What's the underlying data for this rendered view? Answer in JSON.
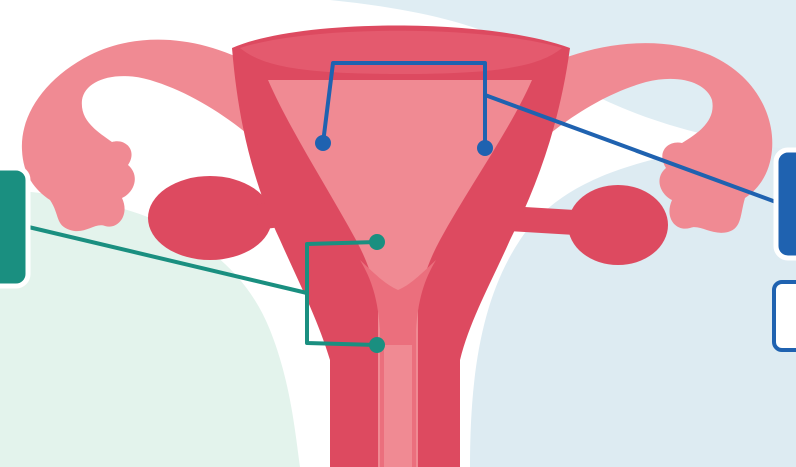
{
  "diagram": {
    "subject": "uterus-anatomy-illustration",
    "colors": {
      "background_left": "#e3f3ec",
      "background_right": "#ddebf2",
      "organ_light": "#f08a93",
      "organ_mid": "#eb6f7d",
      "organ_dark": "#dd4a60",
      "teal_marker": "#1a8f80",
      "blue_marker": "#1f62b0"
    },
    "markers": [
      {
        "id": "uterine-body-bracket",
        "color": "blue"
      },
      {
        "id": "cervix-bracket",
        "color": "teal"
      }
    ],
    "callouts": [
      {
        "id": "left-teal-label-box",
        "text": ""
      },
      {
        "id": "right-blue-label-box",
        "text": ""
      },
      {
        "id": "right-white-label-box",
        "text": ""
      }
    ]
  }
}
